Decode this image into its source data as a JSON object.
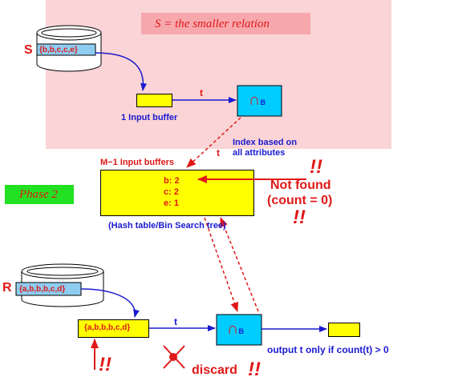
{
  "top_region": {
    "title": "S = the smaller relation"
  },
  "relation_s": {
    "letter": "S",
    "tuples": "{b,b,c,c,e}"
  },
  "input_buffer": {
    "label": "1 Input buffer"
  },
  "arrow_labels": {
    "t": "t"
  },
  "intersect_op": {
    "symbol": "∩",
    "subscript": "B"
  },
  "index_note": {
    "line1": "Index based on",
    "line2": "all attributes"
  },
  "memory": {
    "title": "M−1 Input buffers",
    "counts": [
      "b: 2",
      "c: 2",
      "e: 1"
    ],
    "caption": "(Hash table/Bin Search tree)"
  },
  "phase": {
    "label": "Phase 2"
  },
  "not_found": {
    "line1": "Not found",
    "line2": "(count = 0)",
    "marks": "!!"
  },
  "relation_r": {
    "letter": "R",
    "tuples": "{a,b,b,b,c,d}"
  },
  "r_buffer": {
    "value": "{a,b,b,b,c,d}"
  },
  "discard": {
    "label": "discard",
    "marks": "!!"
  },
  "output": {
    "label": "output t only if count(t) > 0"
  },
  "colors": {
    "pink_region": "#fad4d6",
    "title_box": "#f7a8ad",
    "yellow": "#ffff00",
    "cyan": "#00ccff",
    "light_blue": "#8ecdf0",
    "green": "#22e022",
    "red": "#e01818",
    "blue": "#1a1ad0"
  }
}
